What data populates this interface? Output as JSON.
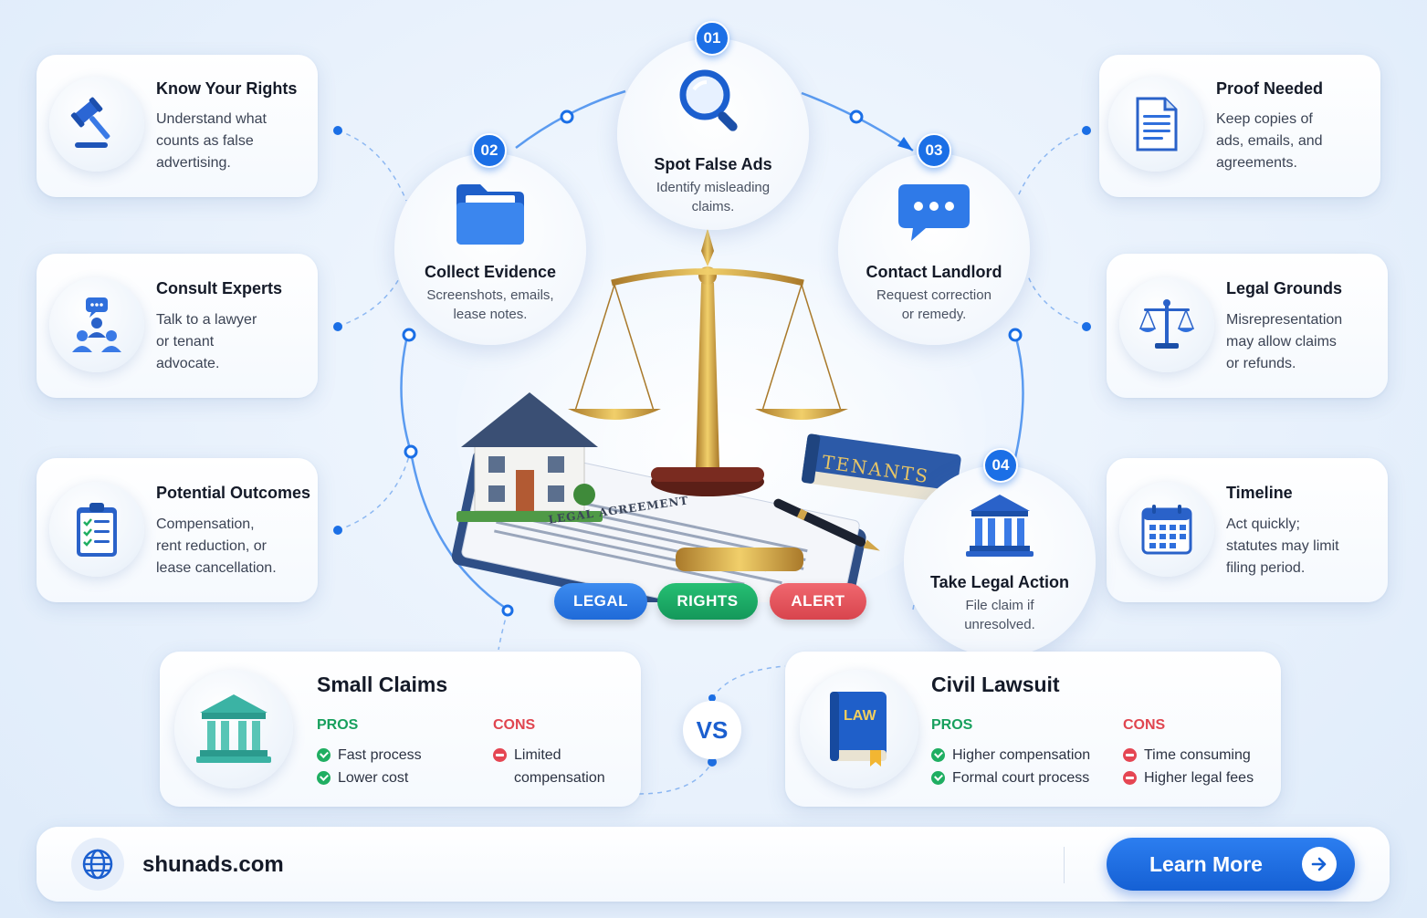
{
  "left_cards": [
    {
      "title": "Know Your Rights",
      "lines": [
        "Understand what",
        "counts as false",
        "advertising."
      ],
      "icon": "gavel-icon"
    },
    {
      "title": "Consult Experts",
      "lines": [
        "Talk to a lawyer",
        "or tenant",
        "advocate."
      ],
      "icon": "people-chat-icon"
    },
    {
      "title": "Potential Outcomes",
      "lines": [
        "Compensation,",
        "rent reduction, or",
        "lease cancellation."
      ],
      "icon": "clipboard-checklist-icon"
    }
  ],
  "right_cards": [
    {
      "title": "Proof Needed",
      "lines": [
        "Keep copies of",
        "ads, emails, and",
        "agreements."
      ],
      "icon": "document-icon"
    },
    {
      "title": "Legal Grounds",
      "lines": [
        "Misrepresentation",
        "may allow claims",
        "or refunds."
      ],
      "icon": "scales-icon"
    },
    {
      "title": "Timeline",
      "lines": [
        "Act quickly;",
        "statutes may limit",
        "filing period."
      ],
      "icon": "calendar-icon"
    }
  ],
  "steps": [
    {
      "number": "01",
      "title": "Spot False Ads",
      "lines": [
        "Identify misleading",
        "claims."
      ],
      "icon": "magnifier-icon"
    },
    {
      "number": "02",
      "title": "Collect Evidence",
      "lines": [
        "Screenshots, emails,",
        "lease notes."
      ],
      "icon": "folder-icon"
    },
    {
      "number": "03",
      "title": "Contact Landlord",
      "lines": [
        "Request correction",
        "or remedy."
      ],
      "icon": "chat-bubble-icon"
    },
    {
      "number": "04",
      "title": "Take Legal Action",
      "lines": [
        "File claim if",
        "unresolved."
      ],
      "icon": "courthouse-icon"
    }
  ],
  "center": {
    "book_label": "TENANTS",
    "doc_label": "LEGAL AGREEMENT",
    "tags": [
      "LEGAL",
      "RIGHTS",
      "ALERT"
    ]
  },
  "compare": {
    "vs": "VS",
    "left": {
      "title": "Small Claims",
      "pros_label": "PROS",
      "cons_label": "CONS",
      "pros": [
        "Fast process",
        "Lower cost"
      ],
      "cons": [
        "Limited",
        "compensation"
      ]
    },
    "right": {
      "title": "Civil Lawsuit",
      "icon_label": "LAW",
      "pros_label": "PROS",
      "cons_label": "CONS",
      "pros": [
        "Higher compensation",
        "Formal court process"
      ],
      "cons": [
        "Time consuming",
        "Higher legal fees"
      ]
    }
  },
  "footer": {
    "site": "shunads.com",
    "cta": "Learn More"
  },
  "colors": {
    "primary": "#1b6fe6",
    "green": "#17a05d",
    "red": "#e0454f"
  }
}
